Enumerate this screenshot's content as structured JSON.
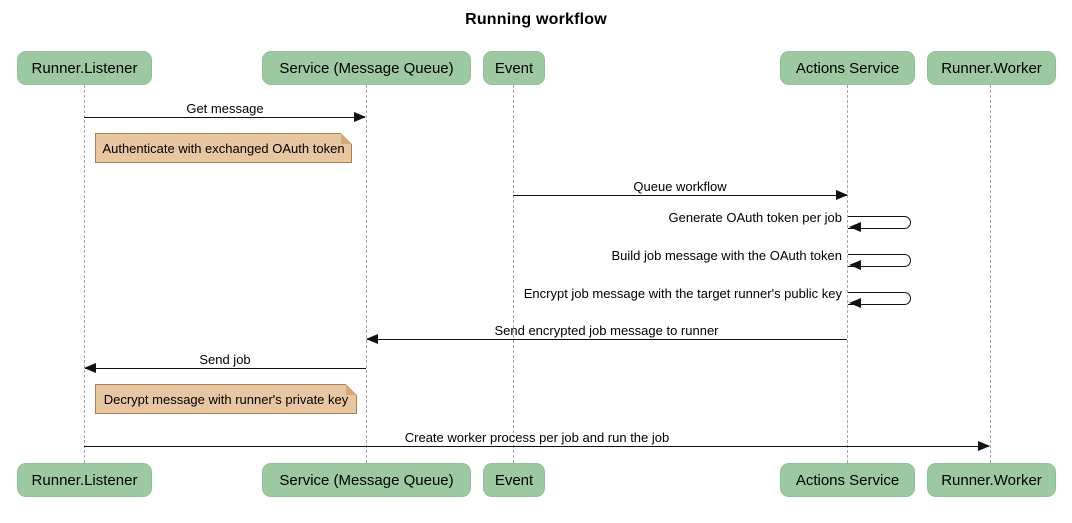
{
  "title": "Running workflow",
  "colors": {
    "actor_fill": "#9cc8a2",
    "note_fill": "#e8c6a2",
    "note_border": "#a8814d",
    "arrow_line": "#111111",
    "lifeline": "#a6a6a6",
    "background": "#ffffff"
  },
  "actors": [
    {
      "label": "Runner.Listener"
    },
    {
      "label": "Service (Message Queue)"
    },
    {
      "label": "Event"
    },
    {
      "label": "Actions Service"
    },
    {
      "label": "Runner.Worker"
    }
  ],
  "messages": [
    {
      "label": "Get message",
      "from": "Runner.Listener",
      "to": "Service (Message Queue)",
      "self": false
    },
    {
      "label": "Queue workflow",
      "from": "Event",
      "to": "Actions Service",
      "self": false
    },
    {
      "label": "Generate OAuth token per job",
      "from": "Actions Service",
      "to": "Actions Service",
      "self": true
    },
    {
      "label": "Build job message with the OAuth token",
      "from": "Actions Service",
      "to": "Actions Service",
      "self": true
    },
    {
      "label": "Encrypt job message with the target runner's public key",
      "from": "Actions Service",
      "to": "Actions Service",
      "self": true
    },
    {
      "label": "Send encrypted job message to runner",
      "from": "Actions Service",
      "to": "Service (Message Queue)",
      "self": false
    },
    {
      "label": "Send job",
      "from": "Service (Message Queue)",
      "to": "Runner.Listener",
      "self": false
    },
    {
      "label": "Create worker process per job and run the job",
      "from": "Runner.Listener",
      "to": "Runner.Worker",
      "self": false
    }
  ],
  "notes": [
    {
      "label": "Authenticate with exchanged OAuth token",
      "over": "Runner.Listener"
    },
    {
      "label": "Decrypt message with runner's private key",
      "over": "Runner.Listener"
    }
  ]
}
